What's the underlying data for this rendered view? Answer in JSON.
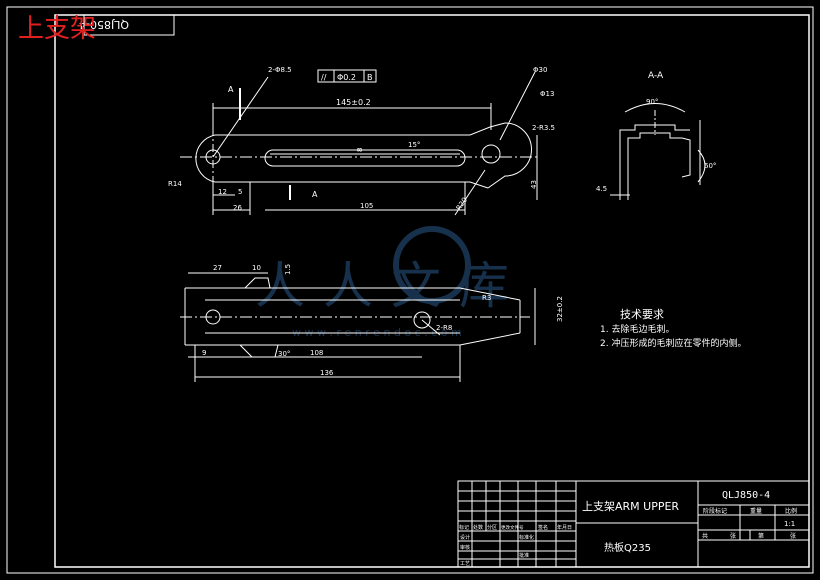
{
  "header": {
    "stamp_text": "上支架",
    "rotated_code": "QLJ850-4"
  },
  "view_labels": {
    "section_title": "A-A",
    "section_marker_top": "A",
    "section_marker_bottom": "A"
  },
  "dimensions": {
    "hole_callout": "2-Φ8.5",
    "tolerance_frame_symbol": "//",
    "tolerance_frame_value": "Φ0.2",
    "tolerance_frame_datum": "B",
    "overall_length": "145±0.2",
    "phi30": "Φ30",
    "phi13": "Φ13",
    "r3_5": "2-R3.5",
    "angle15": "15°",
    "r14": "R14",
    "d12": "12",
    "d5": "5",
    "d26": "26",
    "d105": "105",
    "r20": "R20",
    "d43": "43",
    "d8": "8",
    "d27": "27",
    "d10": "10",
    "d9": "9",
    "d108": "108",
    "d136": "136",
    "angle30": "30°",
    "two_r8": "2-R8",
    "r3": "R3",
    "height32": "32±0.2",
    "angle90": "90°",
    "angle60": "60°",
    "d4_5": "4.5",
    "d1_5": "1.5"
  },
  "tech_req": {
    "title": "技术要求",
    "line1": "1. 去除毛边毛刺。",
    "line2": "2. 冲压形成的毛刺应在零件的内侧。"
  },
  "watermark": {
    "text": "人人文库",
    "url": "w w w . r e n r e n d o c . c o m"
  },
  "title_block": {
    "part_name": "上支架ARM UPPER",
    "material": "热板Q235",
    "drawing_no": "QLJ850-4",
    "scale": "1:1",
    "col_stage": "阶段标记",
    "col_weight": "重量",
    "col_ratio": "比例",
    "sheet_total": "共",
    "sheet_label": "张",
    "sheet_no": "第",
    "rev_headers": [
      "标记",
      "处数",
      "分区",
      "更改文件号",
      "签名",
      "年月日"
    ],
    "roles": [
      "设计",
      "审核",
      "工艺"
    ],
    "role_extra": [
      "标准化",
      "批准"
    ]
  },
  "colors": {
    "background": "#000000",
    "lines": "#ffffff",
    "stamp": "#e02020",
    "watermark": "#2a5a8a"
  }
}
